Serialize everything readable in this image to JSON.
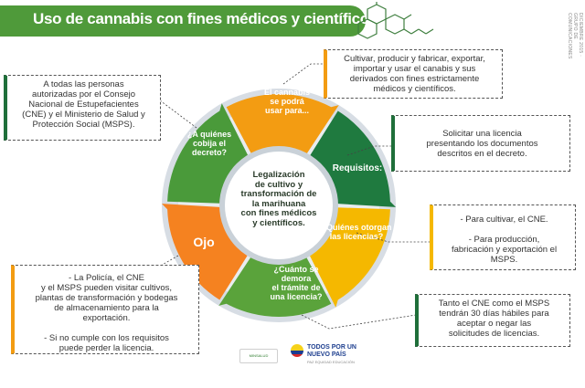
{
  "header": {
    "title": "Uso de cannabis con fines médicos y científicos",
    "side_text": "DICIEMBRE 2015 · GRUPO DE COMUNICACIONES"
  },
  "center": {
    "text": "Legalización\nde cultivo y\ntransformación de\nla marihuana\ncon fines médicos\ny científicos."
  },
  "segments": [
    {
      "label": "El cannabis\nse podrá\nusar para...",
      "color": "#f39c12"
    },
    {
      "label": "Requisitos:",
      "color": "#1f7a3f"
    },
    {
      "label": "¿Quiénes otorgan\nlas licencias?",
      "color": "#f5b800"
    },
    {
      "label": "¿Cuánto se\ndemora\nel trámite de\nuna licencia?",
      "color": "#5aa33b"
    },
    {
      "label": "Ojo",
      "color": "#f58220"
    },
    {
      "label": "¿A quiénes\ncobija el\ndecreto?",
      "color": "#4a9a3a"
    }
  ],
  "boxes": {
    "uses": "Cultivar, producir y fabricar, exportar,\nimportar y usar el canabis y sus\nderivados con fines estrictamente\nmédicos y científicos.",
    "who": "A todas las personas\nautorizadas por el Consejo\nNacional de Estupefacientes\n(CNE) y el Ministerio de Salud y\nProtección Social (MSPS).",
    "requirements": "Solicitar una licencia\npresentando los documentos\ndescritos en el decreto.",
    "grants": "- Para cultivar, el CNE.\n\n- Para producción,\nfabricación y exportación el\nMSPS.",
    "warning": "- La Policía, el CNE\ny el MSPS pueden visitar cultivos,\nplantas de transformación y bodegas\nde almacenamiento para la\nexportación.\n\n- Si no cumple con los requisitos\npuede perder la licencia.",
    "time": "Tanto el CNE como el MSPS\ntendrán 30 días hábiles para\naceptar o negar las\nsolicitudes de licencias."
  },
  "footer": {
    "ministry": "MINSALUD",
    "brand": "TODOS POR UN\nNUEVO PAÍS",
    "sub": "PAZ  EQUIDAD  EDUCACIÓN"
  }
}
